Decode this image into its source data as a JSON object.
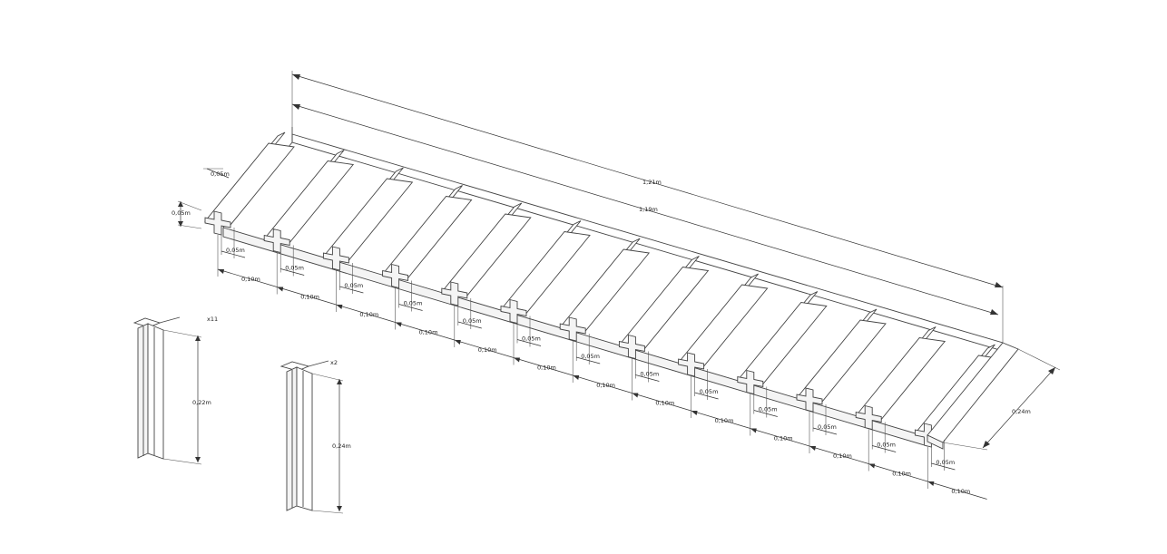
{
  "drawing": {
    "rib_count": 13,
    "dimensions": {
      "total_outer": "1,21m",
      "total_inner": "1,19m",
      "depth": "0,24m",
      "member_height": "0,05m",
      "member_width": "0,05m",
      "rib_width": "0,05m",
      "spacing": "0,10m"
    },
    "parts": [
      {
        "id": "part-a",
        "qty": "x11",
        "height": "0,22m"
      },
      {
        "id": "part-b",
        "qty": "x2",
        "height": "0,24m"
      }
    ],
    "colors": {
      "line": "#444444",
      "background": "#ffffff"
    }
  }
}
